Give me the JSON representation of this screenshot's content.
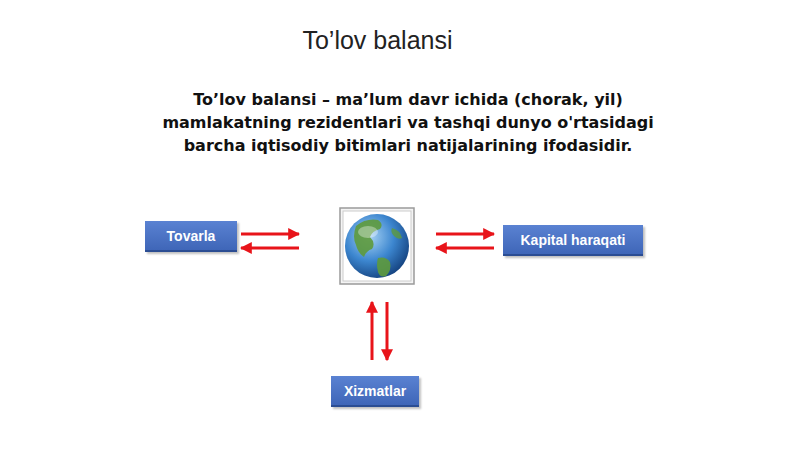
{
  "diagram": {
    "title": "To’lov balansi",
    "nodes": [
      {
        "text": [
          "Tovarla"
        ]
      },
      {
        "text": [
          "Kapital haraqati"
        ]
      },
      {
        "text": [
          "Xizmatlar"
        ]
      }
    ],
    "labels": [
      "To’lov balansi – ma’lum davr ichida (chorak, yil) mamlakatning rezidentlari va tashqi dunyo o'rtasidagi  barcha iqtisodiy bitimlari natijalarining ifodasidir."
    ]
  }
}
